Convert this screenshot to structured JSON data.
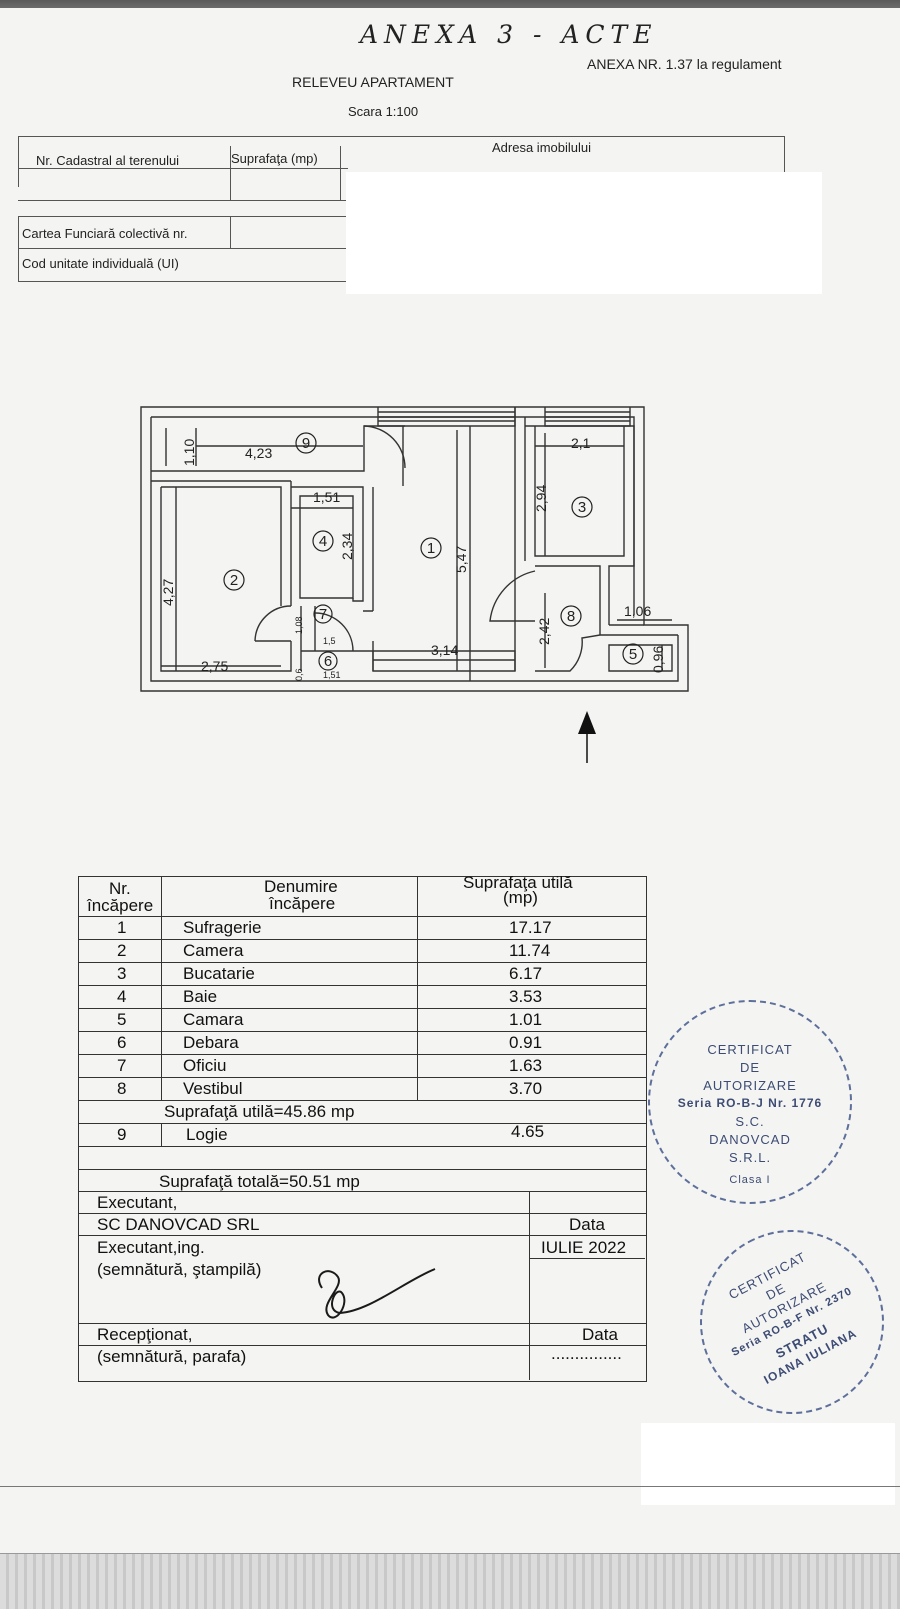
{
  "header": {
    "handwritten_note": "ANEXA 3 - ACTE",
    "annex_label": "ANEXA NR. 1.37 la regulament",
    "title": "RELEVEU APARTAMENT",
    "scale": "Scara 1:100"
  },
  "property_table": {
    "cadastral_label": "Nr. Cadastral al terenului",
    "area_label": "Suprafaţa (mp)",
    "address_label": "Adresa imobilului",
    "land_book_label": "Cartea Funciară colectivă nr.",
    "unit_code_label": "Cod unitate individuală (UI)"
  },
  "floor_plan": {
    "dimensions": {
      "logia_depth": "1,10",
      "logia_length": "4,23",
      "bath_width": "1,51",
      "bath_depth": "2,34",
      "living_depth": "5,47",
      "living_width": "3,14",
      "kitchen_width": "2,1",
      "kitchen_depth": "2,94",
      "room_depth": "4,27",
      "room_width": "2,75",
      "vestibule_depth": "2,42",
      "pantry_width": "1,06",
      "pantry_depth": "0,96",
      "office_depth": "1,08",
      "office_width": "1,5",
      "closet_depth": "0,6",
      "closet_width": "1,51"
    },
    "room_numbers": [
      "1",
      "2",
      "3",
      "4",
      "5",
      "6",
      "7",
      "8",
      "9"
    ]
  },
  "rooms_table": {
    "col_no": [
      "Nr.",
      "încăpere"
    ],
    "col_name": [
      "Denumire",
      "încăpere"
    ],
    "col_area": [
      "Suprafaţa utilă",
      "(mp)"
    ],
    "rows": [
      {
        "no": "1",
        "name": "Sufragerie",
        "area": "17.17"
      },
      {
        "no": "2",
        "name": "Camera",
        "area": "11.74"
      },
      {
        "no": "3",
        "name": "Bucatarie",
        "area": "6.17"
      },
      {
        "no": "4",
        "name": "Baie",
        "area": "3.53"
      },
      {
        "no": "5",
        "name": "Camara",
        "area": "1.01"
      },
      {
        "no": "6",
        "name": "Debara",
        "area": "0.91"
      },
      {
        "no": "7",
        "name": "Oficiu",
        "area": "1.63"
      },
      {
        "no": "8",
        "name": "Vestibul",
        "area": "3.70"
      }
    ],
    "useful_total": "Suprafaţă utilă=45.86 mp",
    "logia_row": {
      "no": "9",
      "name": "Logie",
      "area": "4.65"
    },
    "grand_total": "Suprafaţă totală=50.51 mp",
    "executant_label": "Executant,",
    "company": "SC DANOVCAD SRL",
    "date_label": "Data",
    "engineer_label": "Executant,ing.",
    "date_value": "IULIE 2022",
    "signature_label": "(semnătură, ştampilă)",
    "received_label": "Recepţionat,",
    "received_date_label": "Data",
    "received_signature_label": "(semnătură, parafa)",
    "received_date_value": "..............."
  },
  "stamp1": {
    "line1": "CERTIFICAT",
    "line2": "DE",
    "line3": "AUTORIZARE",
    "line4": "Seria RO-B-J Nr. 1776",
    "line5": "S.C.",
    "line6": "DANOVCAD",
    "line7": "S.R.L.",
    "line8": "Clasa I"
  },
  "stamp2": {
    "line1": "CERTIFICAT",
    "line2": "DE",
    "line3": "AUTORIZARE",
    "line4": "Seria RO-B-F Nr. 2370",
    "line5": "STRATU",
    "line6": "IOANA IULIANA"
  },
  "colors": {
    "stamp": "#3d4c74",
    "paper": "#f4f4f2",
    "ink": "#222222"
  }
}
